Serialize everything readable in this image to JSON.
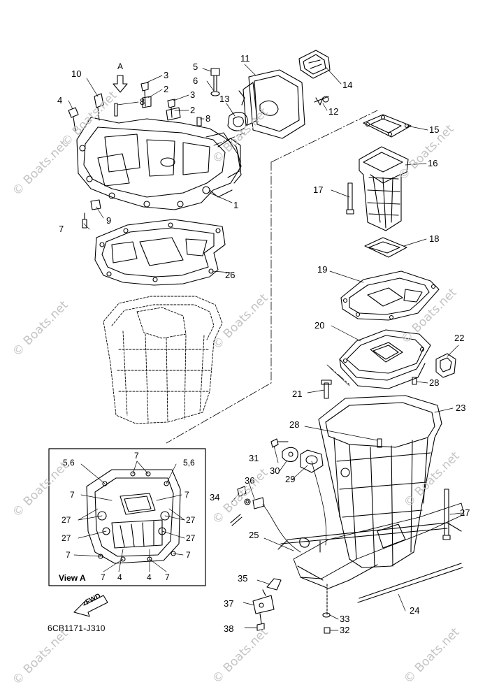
{
  "part_code": "6CB1171-J310",
  "view_label": "View A",
  "view_marker": "A",
  "fwd_label": "FWD",
  "watermark": "© Boats.net",
  "callouts": [
    {
      "id": "c1",
      "text": "1"
    },
    {
      "id": "c2a",
      "text": "2"
    },
    {
      "id": "c2b",
      "text": "2"
    },
    {
      "id": "c3a",
      "text": "3"
    },
    {
      "id": "c3b",
      "text": "3"
    },
    {
      "id": "c4",
      "text": "4"
    },
    {
      "id": "c5",
      "text": "5"
    },
    {
      "id": "c6",
      "text": "6"
    },
    {
      "id": "c7",
      "text": "7"
    },
    {
      "id": "c8a",
      "text": "8"
    },
    {
      "id": "c8b",
      "text": "8"
    },
    {
      "id": "c9",
      "text": "9"
    },
    {
      "id": "c10",
      "text": "10"
    },
    {
      "id": "c11",
      "text": "11"
    },
    {
      "id": "c12",
      "text": "12"
    },
    {
      "id": "c13",
      "text": "13"
    },
    {
      "id": "c14",
      "text": "14"
    },
    {
      "id": "c15",
      "text": "15"
    },
    {
      "id": "c16",
      "text": "16"
    },
    {
      "id": "c17",
      "text": "17"
    },
    {
      "id": "c18",
      "text": "18"
    },
    {
      "id": "c19",
      "text": "19"
    },
    {
      "id": "c20",
      "text": "20"
    },
    {
      "id": "c21",
      "text": "21"
    },
    {
      "id": "c22",
      "text": "22"
    },
    {
      "id": "c23",
      "text": "23"
    },
    {
      "id": "c24",
      "text": "24"
    },
    {
      "id": "c25",
      "text": "25"
    },
    {
      "id": "c26",
      "text": "26"
    },
    {
      "id": "c27",
      "text": "27"
    },
    {
      "id": "c28a",
      "text": "28"
    },
    {
      "id": "c28b",
      "text": "28"
    },
    {
      "id": "c29",
      "text": "29"
    },
    {
      "id": "c30",
      "text": "30"
    },
    {
      "id": "c31",
      "text": "31"
    },
    {
      "id": "c32",
      "text": "32"
    },
    {
      "id": "c33",
      "text": "33"
    },
    {
      "id": "c34",
      "text": "34"
    },
    {
      "id": "c35",
      "text": "35"
    },
    {
      "id": "c36",
      "text": "36"
    },
    {
      "id": "c37",
      "text": "37"
    },
    {
      "id": "c38",
      "text": "38"
    }
  ],
  "view_a_callouts": [
    {
      "id": "v56l",
      "text": "5,6"
    },
    {
      "id": "v56r",
      "text": "5,6"
    },
    {
      "id": "v7t",
      "text": "7"
    },
    {
      "id": "v7ml",
      "text": "7"
    },
    {
      "id": "v7mr",
      "text": "7"
    },
    {
      "id": "v27a",
      "text": "27"
    },
    {
      "id": "v27b",
      "text": "27"
    },
    {
      "id": "v27c",
      "text": "27"
    },
    {
      "id": "v27d",
      "text": "27"
    },
    {
      "id": "v7bl",
      "text": "7"
    },
    {
      "id": "v7br",
      "text": "7"
    },
    {
      "id": "v7b1",
      "text": "7"
    },
    {
      "id": "v4a",
      "text": "4"
    },
    {
      "id": "v4b",
      "text": "4"
    },
    {
      "id": "v7b2",
      "text": "7"
    }
  ]
}
